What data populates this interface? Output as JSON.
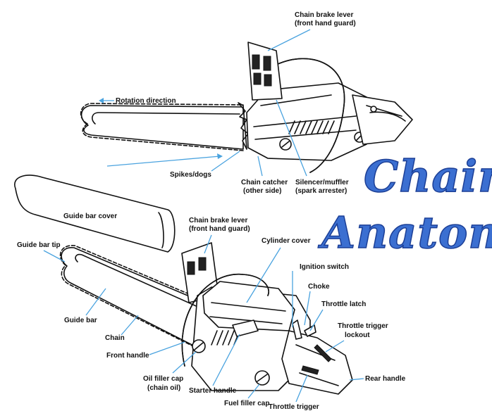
{
  "title": {
    "line1": "Chainsaw",
    "line2": "Anatomy",
    "color": "#3b6fd1"
  },
  "colors": {
    "leader": "#4aa3df",
    "ink": "#111111"
  },
  "top_saw": {
    "rotation_direction": "Rotation direction",
    "chain_brake_lever_line1": "Chain brake lever",
    "chain_brake_lever_line2": "(front hand guard)",
    "spikes_dogs": "Spikes/dogs",
    "chain_catcher_line1": "Chain catcher",
    "chain_catcher_line2": "(other side)",
    "silencer_line1": "Silencer/muffler",
    "silencer_line2": "(spark arrester)"
  },
  "bottom_saw": {
    "guide_bar_cover": "Guide bar cover",
    "chain_brake_lever_line1": "Chain brake lever",
    "chain_brake_lever_line2": "(front hand guard)",
    "guide_bar_tip": "Guide bar tip",
    "cylinder_cover": "Cylinder cover",
    "ignition_switch": "Ignition switch",
    "choke": "Choke",
    "throttle_latch": "Throttle latch",
    "throttle_trigger_lockout_line1": "Throttle trigger",
    "throttle_trigger_lockout_line2": "lockout",
    "guide_bar": "Guide bar",
    "chain": "Chain",
    "front_handle": "Front handle",
    "oil_filler_cap_line1": "Oil filler cap",
    "oil_filler_cap_line2": "(chain oil)",
    "starter_handle": "Starter handle",
    "fuel_filler_cap": "Fuel filler cap",
    "throttle_trigger": "Throttle trigger",
    "rear_handle": "Rear handle"
  }
}
